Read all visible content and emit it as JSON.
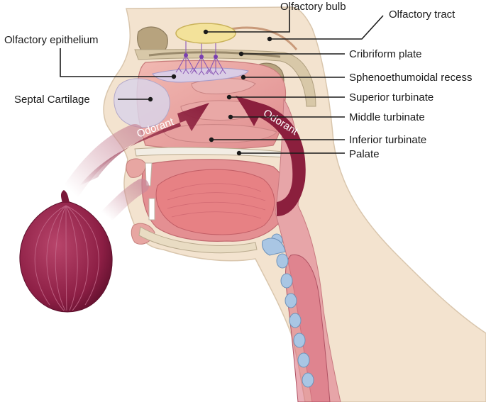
{
  "labels": {
    "olfactory_bulb": "Olfactory bulb",
    "olfactory_tract": "Olfactory tract",
    "olfactory_epithelium": "Olfactory epithelium",
    "cribriform_plate": "Cribriform plate",
    "sphenoethmoidal_recess": "Sphenoethumoidal recess",
    "septal_cartilage": "Septal Cartilage",
    "superior_turbinate": "Superior turbinate",
    "middle_turbinate": "Middle turbinate",
    "inferior_turbinate": "Inferior turbinate",
    "palate": "Palate"
  },
  "arrows": {
    "inhale": "Odorant",
    "retronasal": "Odorant"
  },
  "colors": {
    "airflow": "#8b1f3d",
    "soft_tissue": "#e9a3a3",
    "skin": "#f3e3cf",
    "bone": "#c9b898",
    "onion": "#8d1f45",
    "bulb": "#f3e29a"
  }
}
